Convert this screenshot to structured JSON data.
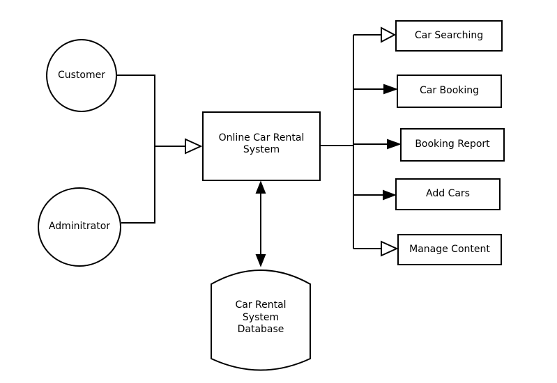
{
  "diagram": {
    "actors": [
      {
        "id": "customer",
        "label": "Customer"
      },
      {
        "id": "administrator",
        "label": "Adminitrator"
      }
    ],
    "system": {
      "label": "Online Car Rental\nSystem"
    },
    "database": {
      "label": "Car Rental\nSystem\nDatabase"
    },
    "outputs": [
      {
        "label": "Car Searching",
        "arrow": "hollow"
      },
      {
        "label": "Car Booking",
        "arrow": "filled"
      },
      {
        "label": "Booking Report",
        "arrow": "filled"
      },
      {
        "label": "Add Cars",
        "arrow": "filled"
      },
      {
        "label": "Manage Content",
        "arrow": "hollow"
      }
    ]
  }
}
